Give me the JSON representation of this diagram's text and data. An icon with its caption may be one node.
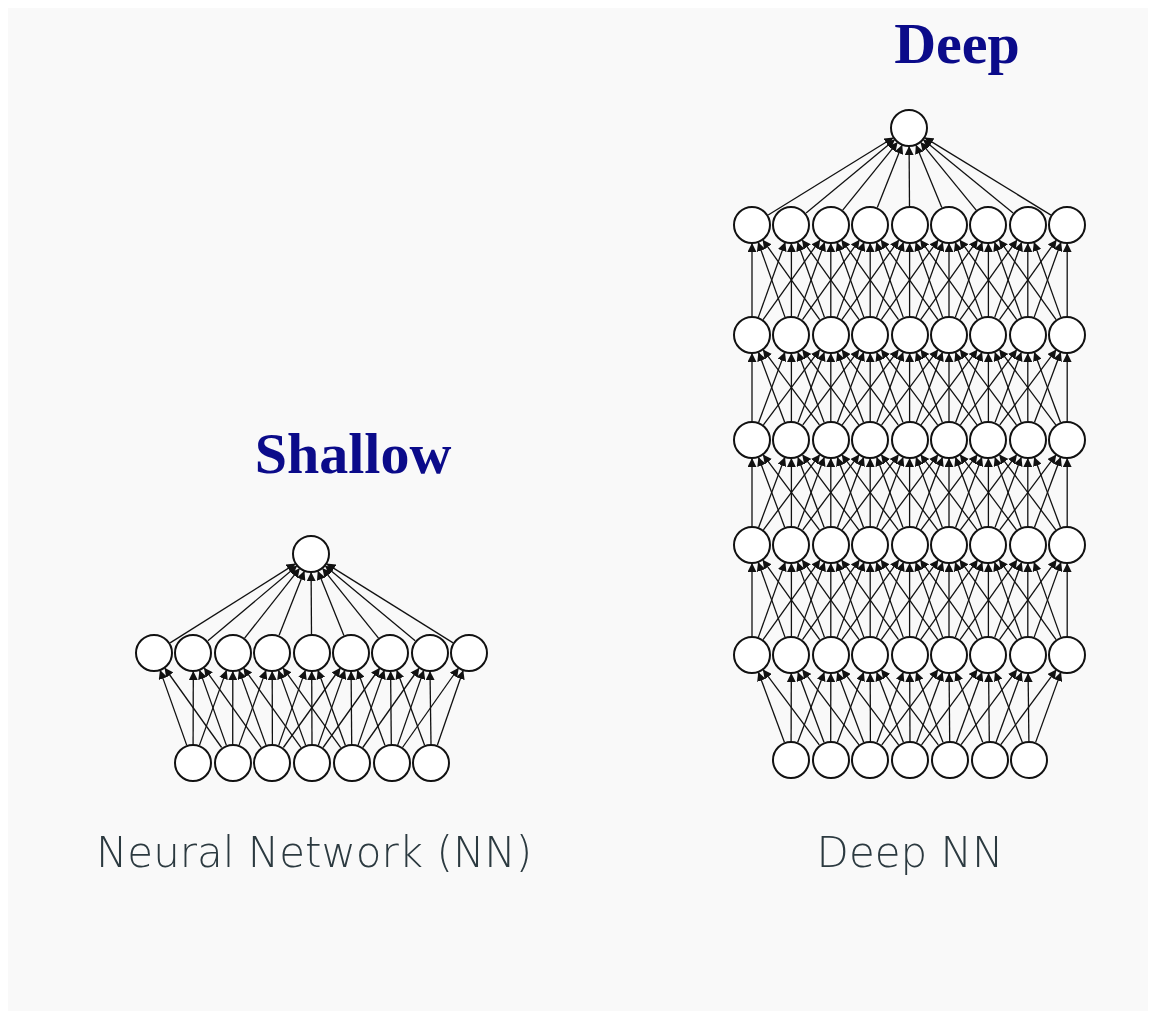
{
  "diagram": {
    "nodes": [
      {
        "text": [],
        "shape": "circle"
      },
      {
        "text": [],
        "shape": "circle"
      },
      {
        "text": [],
        "shape": "circle"
      },
      {
        "text": [],
        "shape": "circle"
      },
      {
        "text": [],
        "shape": "circle"
      },
      {
        "text": [],
        "shape": "circle"
      },
      {
        "text": [],
        "shape": "circle"
      },
      {
        "text": [],
        "shape": "circle"
      },
      {
        "text": [],
        "shape": "circle"
      },
      {
        "text": [],
        "shape": "circle"
      },
      {
        "text": [],
        "shape": "circle"
      },
      {
        "text": [],
        "shape": "circle"
      },
      {
        "text": [],
        "shape": "circle"
      },
      {
        "text": [],
        "shape": "circle"
      },
      {
        "text": [],
        "shape": "circle"
      },
      {
        "text": [],
        "shape": "circle"
      },
      {
        "text": [],
        "shape": "circle"
      },
      {
        "text": [],
        "shape": "circle"
      },
      {
        "text": [],
        "shape": "circle"
      },
      {
        "text": [],
        "shape": "circle"
      },
      {
        "text": [],
        "shape": "circle"
      },
      {
        "text": [],
        "shape": "circle"
      },
      {
        "text": [],
        "shape": "circle"
      },
      {
        "text": [],
        "shape": "circle"
      },
      {
        "text": [],
        "shape": "circle"
      },
      {
        "text": [],
        "shape": "circle"
      },
      {
        "text": [],
        "shape": "circle"
      },
      {
        "text": [],
        "shape": "circle"
      },
      {
        "text": [],
        "shape": "circle"
      },
      {
        "text": [],
        "shape": "circle"
      },
      {
        "text": [],
        "shape": "circle"
      },
      {
        "text": [],
        "shape": "circle"
      },
      {
        "text": [],
        "shape": "circle"
      },
      {
        "text": [],
        "shape": "circle"
      },
      {
        "text": [],
        "shape": "circle"
      },
      {
        "text": [],
        "shape": "circle"
      },
      {
        "text": [],
        "shape": "circle"
      },
      {
        "text": [],
        "shape": "circle"
      },
      {
        "text": [],
        "shape": "circle"
      },
      {
        "text": [],
        "shape": "circle"
      },
      {
        "text": [],
        "shape": "circle"
      },
      {
        "text": [],
        "shape": "circle"
      },
      {
        "text": [],
        "shape": "circle"
      },
      {
        "text": [],
        "shape": "circle"
      },
      {
        "text": [],
        "shape": "circle"
      },
      {
        "text": [],
        "shape": "circle"
      },
      {
        "text": [],
        "shape": "circle"
      },
      {
        "text": [],
        "shape": "circle"
      },
      {
        "text": [],
        "shape": "circle"
      },
      {
        "text": [],
        "shape": "circle"
      },
      {
        "text": [],
        "shape": "circle"
      },
      {
        "text": [],
        "shape": "circle"
      },
      {
        "text": [],
        "shape": "circle"
      },
      {
        "text": [],
        "shape": "circle"
      },
      {
        "text": [],
        "shape": "circle"
      },
      {
        "text": [],
        "shape": "circle"
      },
      {
        "text": [],
        "shape": "circle"
      },
      {
        "text": [],
        "shape": "circle"
      },
      {
        "text": [],
        "shape": "circle"
      },
      {
        "text": [],
        "shape": "circle"
      },
      {
        "text": [],
        "shape": "circle"
      },
      {
        "text": [],
        "shape": "circle"
      },
      {
        "text": [],
        "shape": "circle"
      },
      {
        "text": [],
        "shape": "circle"
      },
      {
        "text": [],
        "shape": "circle"
      },
      {
        "text": [],
        "shape": "circle"
      },
      {
        "text": [],
        "shape": "circle"
      },
      {
        "text": [],
        "shape": "circle"
      },
      {
        "text": [],
        "shape": "circle"
      },
      {
        "text": [],
        "shape": "circle"
      }
    ],
    "edges": [
      {
        "from": 10,
        "to": 1,
        "arrow": "to"
      },
      {
        "from": 10,
        "to": 2,
        "arrow": "to"
      },
      {
        "from": 10,
        "to": 3,
        "arrow": "to"
      },
      {
        "from": 11,
        "to": 1,
        "arrow": "to"
      },
      {
        "from": 11,
        "to": 2,
        "arrow": "to"
      },
      {
        "from": 11,
        "to": 3,
        "arrow": "to"
      },
      {
        "from": 11,
        "to": 4,
        "arrow": "to"
      },
      {
        "from": 12,
        "to": 2,
        "arrow": "to"
      },
      {
        "from": 12,
        "to": 3,
        "arrow": "to"
      },
      {
        "from": 12,
        "to": 4,
        "arrow": "to"
      },
      {
        "from": 12,
        "to": 5,
        "arrow": "to"
      },
      {
        "from": 12,
        "to": 6,
        "arrow": "to"
      },
      {
        "from": 13,
        "to": 3,
        "arrow": "to"
      },
      {
        "from": 13,
        "to": 4,
        "arrow": "to"
      },
      {
        "from": 13,
        "to": 5,
        "arrow": "to"
      },
      {
        "from": 13,
        "to": 6,
        "arrow": "to"
      },
      {
        "from": 13,
        "to": 7,
        "arrow": "to"
      },
      {
        "from": 14,
        "to": 4,
        "arrow": "to"
      },
      {
        "from": 14,
        "to": 5,
        "arrow": "to"
      },
      {
        "from": 14,
        "to": 6,
        "arrow": "to"
      },
      {
        "from": 14,
        "to": 7,
        "arrow": "to"
      },
      {
        "from": 14,
        "to": 8,
        "arrow": "to"
      },
      {
        "from": 15,
        "to": 6,
        "arrow": "to"
      },
      {
        "from": 15,
        "to": 7,
        "arrow": "to"
      },
      {
        "from": 15,
        "to": 8,
        "arrow": "to"
      },
      {
        "from": 15,
        "to": 9,
        "arrow": "to"
      },
      {
        "from": 16,
        "to": 7,
        "arrow": "to"
      },
      {
        "from": 16,
        "to": 8,
        "arrow": "to"
      },
      {
        "from": 16,
        "to": 9,
        "arrow": "to"
      },
      {
        "from": 1,
        "to": 0,
        "arrow": "to"
      },
      {
        "from": 2,
        "to": 0,
        "arrow": "to"
      },
      {
        "from": 3,
        "to": 0,
        "arrow": "to"
      },
      {
        "from": 4,
        "to": 0,
        "arrow": "to"
      },
      {
        "from": 5,
        "to": 0,
        "arrow": "to"
      },
      {
        "from": 6,
        "to": 0,
        "arrow": "to"
      },
      {
        "from": 7,
        "to": 0,
        "arrow": "to"
      },
      {
        "from": 8,
        "to": 0,
        "arrow": "to"
      },
      {
        "from": 9,
        "to": 0,
        "arrow": "to"
      },
      {
        "from": 63,
        "to": 54,
        "arrow": "to"
      },
      {
        "from": 63,
        "to": 55,
        "arrow": "to"
      },
      {
        "from": 63,
        "to": 56,
        "arrow": "to"
      },
      {
        "from": 64,
        "to": 54,
        "arrow": "to"
      },
      {
        "from": 64,
        "to": 55,
        "arrow": "to"
      },
      {
        "from": 64,
        "to": 56,
        "arrow": "to"
      },
      {
        "from": 64,
        "to": 57,
        "arrow": "to"
      },
      {
        "from": 65,
        "to": 55,
        "arrow": "to"
      },
      {
        "from": 65,
        "to": 56,
        "arrow": "to"
      },
      {
        "from": 65,
        "to": 57,
        "arrow": "to"
      },
      {
        "from": 65,
        "to": 58,
        "arrow": "to"
      },
      {
        "from": 65,
        "to": 59,
        "arrow": "to"
      },
      {
        "from": 66,
        "to": 56,
        "arrow": "to"
      },
      {
        "from": 66,
        "to": 57,
        "arrow": "to"
      },
      {
        "from": 66,
        "to": 58,
        "arrow": "to"
      },
      {
        "from": 66,
        "to": 59,
        "arrow": "to"
      },
      {
        "from": 66,
        "to": 60,
        "arrow": "to"
      },
      {
        "from": 67,
        "to": 57,
        "arrow": "to"
      },
      {
        "from": 67,
        "to": 58,
        "arrow": "to"
      },
      {
        "from": 67,
        "to": 59,
        "arrow": "to"
      },
      {
        "from": 67,
        "to": 60,
        "arrow": "to"
      },
      {
        "from": 67,
        "to": 61,
        "arrow": "to"
      },
      {
        "from": 68,
        "to": 59,
        "arrow": "to"
      },
      {
        "from": 68,
        "to": 60,
        "arrow": "to"
      },
      {
        "from": 68,
        "to": 61,
        "arrow": "to"
      },
      {
        "from": 68,
        "to": 62,
        "arrow": "to"
      },
      {
        "from": 69,
        "to": 60,
        "arrow": "to"
      },
      {
        "from": 69,
        "to": 61,
        "arrow": "to"
      },
      {
        "from": 69,
        "to": 62,
        "arrow": "to"
      },
      {
        "from": 54,
        "to": 45,
        "arrow": "to"
      },
      {
        "from": 54,
        "to": 46,
        "arrow": "to"
      },
      {
        "from": 54,
        "to": 47,
        "arrow": "to"
      },
      {
        "from": 55,
        "to": 45,
        "arrow": "to"
      },
      {
        "from": 55,
        "to": 46,
        "arrow": "to"
      },
      {
        "from": 55,
        "to": 47,
        "arrow": "to"
      },
      {
        "from": 55,
        "to": 48,
        "arrow": "to"
      },
      {
        "from": 56,
        "to": 45,
        "arrow": "to"
      },
      {
        "from": 56,
        "to": 46,
        "arrow": "to"
      },
      {
        "from": 56,
        "to": 47,
        "arrow": "to"
      },
      {
        "from": 56,
        "to": 48,
        "arrow": "to"
      },
      {
        "from": 56,
        "to": 49,
        "arrow": "to"
      },
      {
        "from": 57,
        "to": 46,
        "arrow": "to"
      },
      {
        "from": 57,
        "to": 47,
        "arrow": "to"
      },
      {
        "from": 57,
        "to": 48,
        "arrow": "to"
      },
      {
        "from": 57,
        "to": 49,
        "arrow": "to"
      },
      {
        "from": 57,
        "to": 50,
        "arrow": "to"
      },
      {
        "from": 58,
        "to": 47,
        "arrow": "to"
      },
      {
        "from": 58,
        "to": 48,
        "arrow": "to"
      },
      {
        "from": 58,
        "to": 49,
        "arrow": "to"
      },
      {
        "from": 58,
        "to": 50,
        "arrow": "to"
      },
      {
        "from": 58,
        "to": 51,
        "arrow": "to"
      },
      {
        "from": 59,
        "to": 48,
        "arrow": "to"
      },
      {
        "from": 59,
        "to": 49,
        "arrow": "to"
      },
      {
        "from": 59,
        "to": 50,
        "arrow": "to"
      },
      {
        "from": 59,
        "to": 51,
        "arrow": "to"
      },
      {
        "from": 59,
        "to": 52,
        "arrow": "to"
      },
      {
        "from": 60,
        "to": 49,
        "arrow": "to"
      },
      {
        "from": 60,
        "to": 50,
        "arrow": "to"
      },
      {
        "from": 60,
        "to": 51,
        "arrow": "to"
      },
      {
        "from": 60,
        "to": 52,
        "arrow": "to"
      },
      {
        "from": 60,
        "to": 53,
        "arrow": "to"
      },
      {
        "from": 61,
        "to": 50,
        "arrow": "to"
      },
      {
        "from": 61,
        "to": 51,
        "arrow": "to"
      },
      {
        "from": 61,
        "to": 52,
        "arrow": "to"
      },
      {
        "from": 61,
        "to": 53,
        "arrow": "to"
      },
      {
        "from": 62,
        "to": 51,
        "arrow": "to"
      },
      {
        "from": 62,
        "to": 52,
        "arrow": "to"
      },
      {
        "from": 62,
        "to": 53,
        "arrow": "to"
      },
      {
        "from": 45,
        "to": 36,
        "arrow": "to"
      },
      {
        "from": 45,
        "to": 37,
        "arrow": "to"
      },
      {
        "from": 45,
        "to": 38,
        "arrow": "to"
      },
      {
        "from": 46,
        "to": 36,
        "arrow": "to"
      },
      {
        "from": 46,
        "to": 37,
        "arrow": "to"
      },
      {
        "from": 46,
        "to": 38,
        "arrow": "to"
      },
      {
        "from": 46,
        "to": 39,
        "arrow": "to"
      },
      {
        "from": 47,
        "to": 36,
        "arrow": "to"
      },
      {
        "from": 47,
        "to": 37,
        "arrow": "to"
      },
      {
        "from": 47,
        "to": 38,
        "arrow": "to"
      },
      {
        "from": 47,
        "to": 39,
        "arrow": "to"
      },
      {
        "from": 47,
        "to": 40,
        "arrow": "to"
      },
      {
        "from": 48,
        "to": 37,
        "arrow": "to"
      },
      {
        "from": 48,
        "to": 38,
        "arrow": "to"
      },
      {
        "from": 48,
        "to": 39,
        "arrow": "to"
      },
      {
        "from": 48,
        "to": 40,
        "arrow": "to"
      },
      {
        "from": 48,
        "to": 41,
        "arrow": "to"
      },
      {
        "from": 49,
        "to": 38,
        "arrow": "to"
      },
      {
        "from": 49,
        "to": 39,
        "arrow": "to"
      },
      {
        "from": 49,
        "to": 40,
        "arrow": "to"
      },
      {
        "from": 49,
        "to": 41,
        "arrow": "to"
      },
      {
        "from": 49,
        "to": 42,
        "arrow": "to"
      },
      {
        "from": 50,
        "to": 39,
        "arrow": "to"
      },
      {
        "from": 50,
        "to": 40,
        "arrow": "to"
      },
      {
        "from": 50,
        "to": 41,
        "arrow": "to"
      },
      {
        "from": 50,
        "to": 42,
        "arrow": "to"
      },
      {
        "from": 50,
        "to": 43,
        "arrow": "to"
      },
      {
        "from": 51,
        "to": 40,
        "arrow": "to"
      },
      {
        "from": 51,
        "to": 41,
        "arrow": "to"
      },
      {
        "from": 51,
        "to": 42,
        "arrow": "to"
      },
      {
        "from": 51,
        "to": 43,
        "arrow": "to"
      },
      {
        "from": 51,
        "to": 44,
        "arrow": "to"
      },
      {
        "from": 52,
        "to": 41,
        "arrow": "to"
      },
      {
        "from": 52,
        "to": 42,
        "arrow": "to"
      },
      {
        "from": 52,
        "to": 43,
        "arrow": "to"
      },
      {
        "from": 52,
        "to": 44,
        "arrow": "to"
      },
      {
        "from": 53,
        "to": 42,
        "arrow": "to"
      },
      {
        "from": 53,
        "to": 43,
        "arrow": "to"
      },
      {
        "from": 53,
        "to": 44,
        "arrow": "to"
      },
      {
        "from": 36,
        "to": 27,
        "arrow": "to"
      },
      {
        "from": 36,
        "to": 28,
        "arrow": "to"
      },
      {
        "from": 36,
        "to": 29,
        "arrow": "to"
      },
      {
        "from": 37,
        "to": 27,
        "arrow": "to"
      },
      {
        "from": 37,
        "to": 28,
        "arrow": "to"
      },
      {
        "from": 37,
        "to": 29,
        "arrow": "to"
      },
      {
        "from": 37,
        "to": 30,
        "arrow": "to"
      },
      {
        "from": 38,
        "to": 27,
        "arrow": "to"
      },
      {
        "from": 38,
        "to": 28,
        "arrow": "to"
      },
      {
        "from": 38,
        "to": 29,
        "arrow": "to"
      },
      {
        "from": 38,
        "to": 30,
        "arrow": "to"
      },
      {
        "from": 38,
        "to": 31,
        "arrow": "to"
      },
      {
        "from": 39,
        "to": 28,
        "arrow": "to"
      },
      {
        "from": 39,
        "to": 29,
        "arrow": "to"
      },
      {
        "from": 39,
        "to": 30,
        "arrow": "to"
      },
      {
        "from": 39,
        "to": 31,
        "arrow": "to"
      },
      {
        "from": 39,
        "to": 32,
        "arrow": "to"
      },
      {
        "from": 40,
        "to": 29,
        "arrow": "to"
      },
      {
        "from": 40,
        "to": 30,
        "arrow": "to"
      },
      {
        "from": 40,
        "to": 31,
        "arrow": "to"
      },
      {
        "from": 40,
        "to": 32,
        "arrow": "to"
      },
      {
        "from": 40,
        "to": 33,
        "arrow": "to"
      },
      {
        "from": 41,
        "to": 30,
        "arrow": "to"
      },
      {
        "from": 41,
        "to": 31,
        "arrow": "to"
      },
      {
        "from": 41,
        "to": 32,
        "arrow": "to"
      },
      {
        "from": 41,
        "to": 33,
        "arrow": "to"
      },
      {
        "from": 41,
        "to": 34,
        "arrow": "to"
      },
      {
        "from": 42,
        "to": 31,
        "arrow": "to"
      },
      {
        "from": 42,
        "to": 32,
        "arrow": "to"
      },
      {
        "from": 42,
        "to": 33,
        "arrow": "to"
      },
      {
        "from": 42,
        "to": 34,
        "arrow": "to"
      },
      {
        "from": 42,
        "to": 35,
        "arrow": "to"
      },
      {
        "from": 43,
        "to": 32,
        "arrow": "to"
      },
      {
        "from": 43,
        "to": 33,
        "arrow": "to"
      },
      {
        "from": 43,
        "to": 34,
        "arrow": "to"
      },
      {
        "from": 43,
        "to": 35,
        "arrow": "to"
      },
      {
        "from": 44,
        "to": 33,
        "arrow": "to"
      },
      {
        "from": 44,
        "to": 34,
        "arrow": "to"
      },
      {
        "from": 44,
        "to": 35,
        "arrow": "to"
      },
      {
        "from": 27,
        "to": 18,
        "arrow": "to"
      },
      {
        "from": 27,
        "to": 19,
        "arrow": "to"
      },
      {
        "from": 27,
        "to": 20,
        "arrow": "to"
      },
      {
        "from": 28,
        "to": 18,
        "arrow": "to"
      },
      {
        "from": 28,
        "to": 19,
        "arrow": "to"
      },
      {
        "from": 28,
        "to": 20,
        "arrow": "to"
      },
      {
        "from": 28,
        "to": 21,
        "arrow": "to"
      },
      {
        "from": 29,
        "to": 18,
        "arrow": "to"
      },
      {
        "from": 29,
        "to": 19,
        "arrow": "to"
      },
      {
        "from": 29,
        "to": 20,
        "arrow": "to"
      },
      {
        "from": 29,
        "to": 21,
        "arrow": "to"
      },
      {
        "from": 29,
        "to": 22,
        "arrow": "to"
      },
      {
        "from": 30,
        "to": 19,
        "arrow": "to"
      },
      {
        "from": 30,
        "to": 20,
        "arrow": "to"
      },
      {
        "from": 30,
        "to": 21,
        "arrow": "to"
      },
      {
        "from": 30,
        "to": 22,
        "arrow": "to"
      },
      {
        "from": 30,
        "to": 23,
        "arrow": "to"
      },
      {
        "from": 31,
        "to": 20,
        "arrow": "to"
      },
      {
        "from": 31,
        "to": 21,
        "arrow": "to"
      },
      {
        "from": 31,
        "to": 22,
        "arrow": "to"
      },
      {
        "from": 31,
        "to": 23,
        "arrow": "to"
      },
      {
        "from": 31,
        "to": 24,
        "arrow": "to"
      },
      {
        "from": 32,
        "to": 21,
        "arrow": "to"
      },
      {
        "from": 32,
        "to": 22,
        "arrow": "to"
      },
      {
        "from": 32,
        "to": 23,
        "arrow": "to"
      },
      {
        "from": 32,
        "to": 24,
        "arrow": "to"
      },
      {
        "from": 32,
        "to": 25,
        "arrow": "to"
      },
      {
        "from": 33,
        "to": 22,
        "arrow": "to"
      },
      {
        "from": 33,
        "to": 23,
        "arrow": "to"
      },
      {
        "from": 33,
        "to": 24,
        "arrow": "to"
      },
      {
        "from": 33,
        "to": 25,
        "arrow": "to"
      },
      {
        "from": 33,
        "to": 26,
        "arrow": "to"
      },
      {
        "from": 34,
        "to": 23,
        "arrow": "to"
      },
      {
        "from": 34,
        "to": 24,
        "arrow": "to"
      },
      {
        "from": 34,
        "to": 25,
        "arrow": "to"
      },
      {
        "from": 34,
        "to": 26,
        "arrow": "to"
      },
      {
        "from": 35,
        "to": 24,
        "arrow": "to"
      },
      {
        "from": 35,
        "to": 25,
        "arrow": "to"
      },
      {
        "from": 35,
        "to": 26,
        "arrow": "to"
      },
      {
        "from": 18,
        "to": 17,
        "arrow": "to"
      },
      {
        "from": 19,
        "to": 17,
        "arrow": "to"
      },
      {
        "from": 20,
        "to": 17,
        "arrow": "to"
      },
      {
        "from": 21,
        "to": 17,
        "arrow": "to"
      },
      {
        "from": 22,
        "to": 17,
        "arrow": "to"
      },
      {
        "from": 23,
        "to": 17,
        "arrow": "to"
      },
      {
        "from": 24,
        "to": 17,
        "arrow": "to"
      },
      {
        "from": 25,
        "to": 17,
        "arrow": "to"
      },
      {
        "from": 26,
        "to": 17,
        "arrow": "to"
      }
    ],
    "labels": [
      "Deep",
      "Shallow",
      "Neural Network (NN)",
      "Deep NN"
    ]
  }
}
